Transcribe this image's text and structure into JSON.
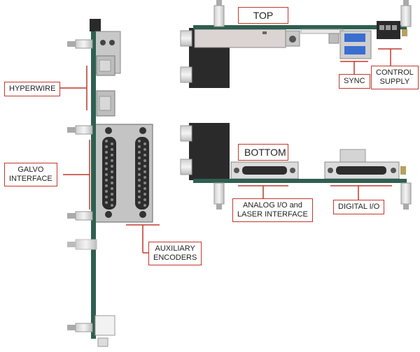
{
  "labels": {
    "top": "TOP",
    "bottom": "BOTTOM",
    "hyperwire": "HYPERWIRE",
    "galvo_interface": [
      "GALVO",
      "INTERFACE"
    ],
    "auxiliary_encoders": [
      "AUXILIARY",
      "ENCODERS"
    ],
    "sync": "SYNC",
    "control_supply": [
      "CONTROL",
      "SUPPLY"
    ],
    "analog_io": [
      "ANALOG I/O and",
      "LASER INTERFACE"
    ],
    "digital_io": "DIGITAL I/O"
  },
  "colors": {
    "callout_line": "#c0392b",
    "pcb": "#2f5f50",
    "metal": "#c9c9c9",
    "black": "#2a2a2a",
    "usb_blue": "#3a6fd0"
  }
}
